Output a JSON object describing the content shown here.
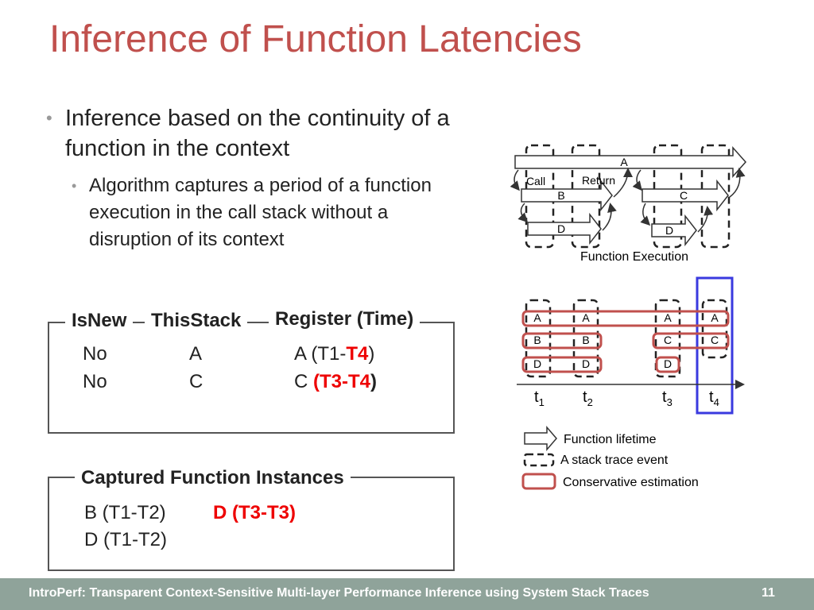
{
  "slide": {
    "title": "Inference of Function Latencies",
    "bullet1": "Inference based on the continuity of a function in the context",
    "bullet2": "Algorithm captures a period of a function execution in the call stack without a disruption of its context",
    "page_number": "11",
    "footer": "IntroPerf: Transparent Context-Sensitive Multi-layer Performance Inference using System Stack Traces"
  },
  "register_table": {
    "headers": [
      "IsNew",
      "ThisStack",
      "Register (Time)"
    ],
    "rows": [
      {
        "isnew": "No",
        "thisstack": "A",
        "reg_prefix": "A (T1-",
        "reg_red": "T4",
        "reg_suffix": ")"
      },
      {
        "isnew": "No",
        "thisstack": "C",
        "reg_prefix": "C ",
        "reg_red": "(T3-T4",
        "reg_suffix": ")"
      }
    ]
  },
  "captured": {
    "header": "Captured Function Instances",
    "items": [
      "B (T1-T2)",
      "D (T1-T2)"
    ],
    "highlight": "D (T3-T3)"
  },
  "top_diagram": {
    "caption": "Function Execution",
    "labels": {
      "a": "A",
      "b": "B",
      "c": "C",
      "d1": "D",
      "d2": "D",
      "call": "Call",
      "ret": "Return"
    }
  },
  "bottom_diagram": {
    "columns": [
      {
        "items": [
          "A",
          "B",
          "D"
        ],
        "time": "t",
        "sub": "1"
      },
      {
        "items": [
          "A",
          "B",
          "D"
        ],
        "time": "t",
        "sub": "2"
      },
      {
        "items": [
          "A",
          "C",
          "D"
        ],
        "time": "t",
        "sub": "3"
      },
      {
        "items": [
          "A",
          "C"
        ],
        "time": "t",
        "sub": "4"
      }
    ],
    "highlight_color": "#3a3adf",
    "estimation_color": "#c0504d"
  },
  "legend": {
    "lifetime": "Function lifetime",
    "stack_event": "A stack trace event",
    "conservative": "Conservative estimation"
  },
  "colors": {
    "title": "#c0504d",
    "footer_bg": "#8fa39a",
    "red_text": "#ee0000"
  }
}
